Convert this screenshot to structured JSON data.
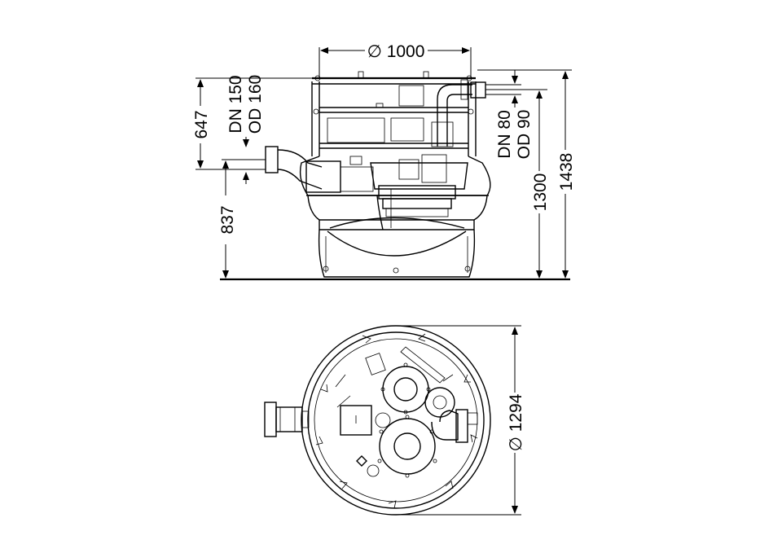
{
  "dimensions": {
    "top_diameter": "∅ 1000",
    "left_inlet_height": "647",
    "left_base_height": "837",
    "inlet_dn": "DN 150",
    "inlet_od": "OD 160",
    "outlet_dn": "DN 80",
    "outlet_od": "OD 90",
    "outlet_height": "1300",
    "total_height": "1438",
    "plan_diameter": "∅ 1294"
  }
}
